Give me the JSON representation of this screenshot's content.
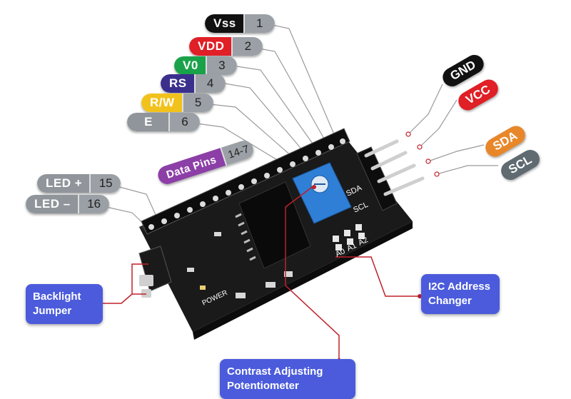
{
  "pins": [
    {
      "name": "Vss",
      "number": "1",
      "color": "#111111"
    },
    {
      "name": "VDD",
      "number": "2",
      "color": "#e01f26"
    },
    {
      "name": "V0",
      "number": "3",
      "color": "#1aa24a"
    },
    {
      "name": "RS",
      "number": "4",
      "color": "#3a2f8c"
    },
    {
      "name": "R/W",
      "number": "5",
      "color": "#f2c21c"
    },
    {
      "name": "E",
      "number": "6",
      "color": "#8f959a"
    }
  ],
  "data_pins": {
    "name": "Data Pins",
    "number": "14-7",
    "color": "#8c3fa6"
  },
  "led_pins": [
    {
      "name": "LED +",
      "number": "15",
      "color": "#8f959a"
    },
    {
      "name": "LED –",
      "number": "16",
      "color": "#8f959a"
    }
  ],
  "i2c_pins": [
    {
      "name": "GND",
      "color": "#111111"
    },
    {
      "name": "VCC",
      "color": "#e01f26"
    },
    {
      "name": "SDA",
      "color": "#e8872a"
    },
    {
      "name": "SCL",
      "color": "#5f6a71"
    }
  ],
  "board_text": {
    "sda": "SDA",
    "scl": "SCL",
    "power": "POWER",
    "a0": "A0",
    "a1": "A1",
    "a2": "A2"
  },
  "callouts": {
    "backlight": "Backlight Jumper",
    "contrast": "Contrast Adjusting Potentiometer",
    "i2c_address": "I2C Address Changer"
  },
  "colors": {
    "board": "#141414",
    "potentiometer": "#2f7fd6",
    "callout": "#4b5bdc",
    "callout_line": "#c0202a",
    "pin_line": "#9a9a9a"
  }
}
